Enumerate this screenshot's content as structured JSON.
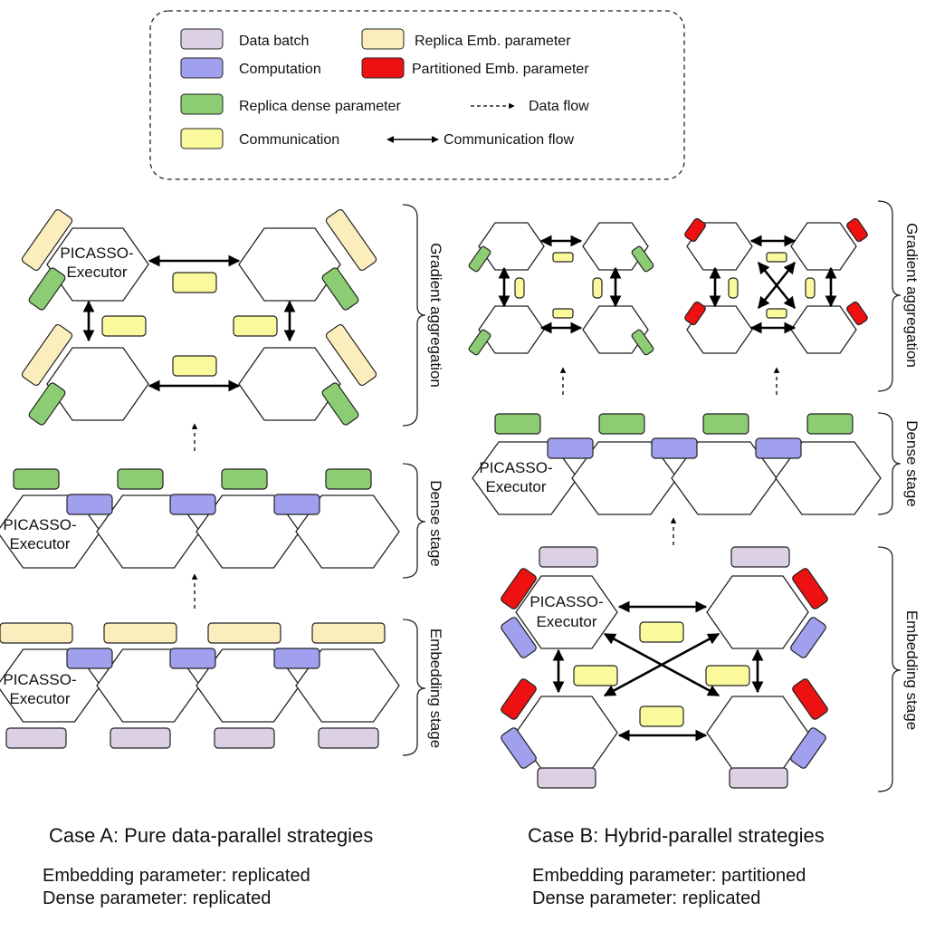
{
  "legend": {
    "data_batch": "Data batch",
    "computation": "Computation",
    "replica_dense": "Replica dense parameter",
    "communication": "Communication",
    "replica_emb": "Replica Emb. parameter",
    "partitioned_emb": "Partitioned Emb. parameter",
    "data_flow": "Data flow",
    "communication_flow": "Communication flow"
  },
  "executor_label": [
    "PICASSO-",
    "Executor"
  ],
  "stages": {
    "gradient": "Gradient aggregation",
    "dense": "Dense stage",
    "embedding": "Embedding stage"
  },
  "case_a": {
    "title": "Case A: Pure data-parallel strategies",
    "line1": "Embedding parameter: replicated",
    "line2": "Dense parameter: replicated"
  },
  "case_b": {
    "title": "Case B: Hybrid-parallel strategies",
    "line1": "Embedding parameter: partitioned",
    "line2": "Dense parameter: replicated"
  },
  "colors": {
    "data_batch": "#dcd0e4",
    "computation": "#a0a0ee",
    "replica_dense": "#8ccc72",
    "communication": "#fafa9c",
    "replica_emb": "#fbeebc",
    "partitioned_emb": "#ee1111"
  }
}
